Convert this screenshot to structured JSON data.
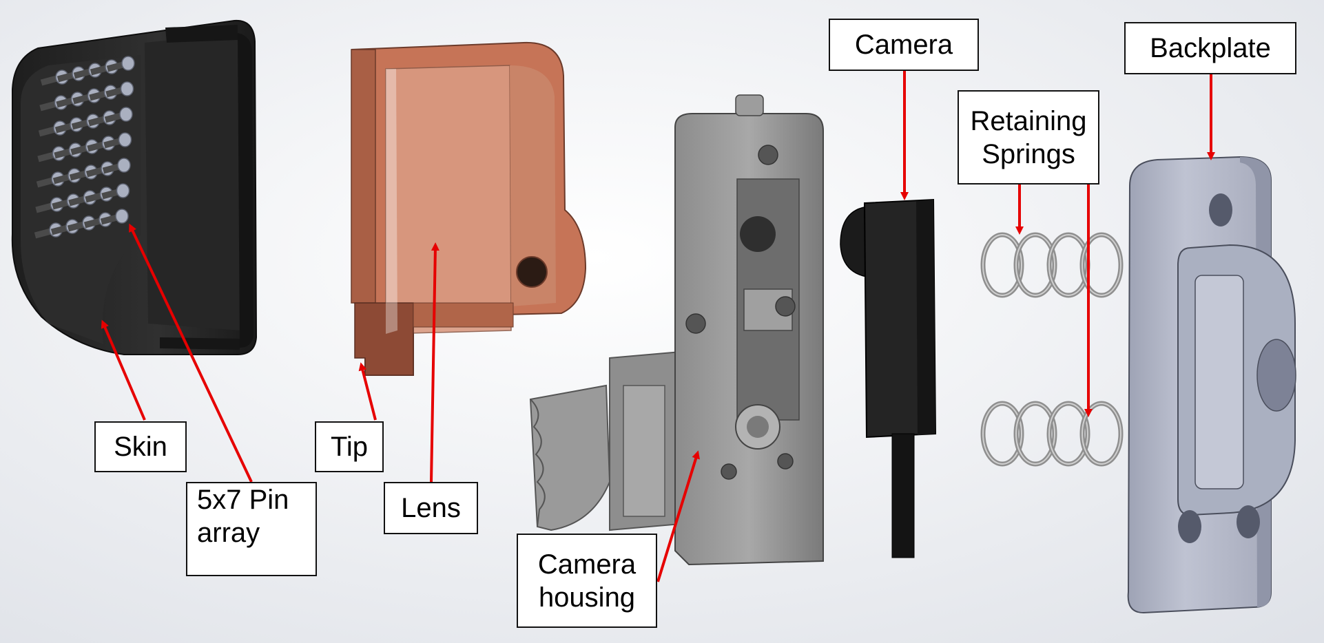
{
  "labels": {
    "skin": "Skin",
    "pin_array_line1": "5x7 Pin",
    "pin_array_line2": "array",
    "tip": "Tip",
    "lens": "Lens",
    "camera_housing_line1": "Camera",
    "camera_housing_line2": "housing",
    "camera": "Camera",
    "retaining_springs_line1": "Retaining",
    "retaining_springs_line2": "Springs",
    "backplate": "Backplate"
  },
  "colors": {
    "background": "#f2f3f5",
    "skin": "#2a2a2a",
    "tip": "#c8765a",
    "lens": "#d99a82",
    "housing": "#a3a3a3",
    "camera": "#1f1f1f",
    "spring": "#9a9a9a",
    "backplate": "#b4b8c8",
    "arrow": "#e60000"
  }
}
